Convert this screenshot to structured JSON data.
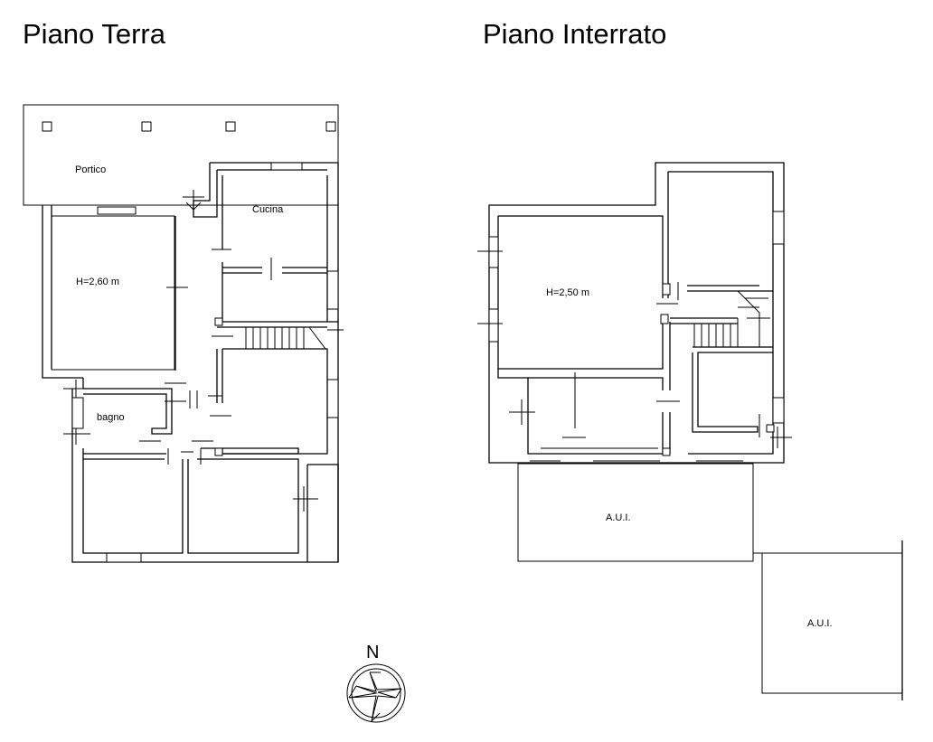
{
  "titles": {
    "ground_floor": "Piano Terra",
    "basement": "Piano Interrato"
  },
  "ground_floor": {
    "portico": "Portico",
    "kitchen": "Cucina",
    "height": "H=2,60 m",
    "bathroom": "bagno"
  },
  "basement": {
    "height": "H=2,50 m",
    "aui_1": "A.U.I.",
    "aui_2": "A.U.I."
  },
  "compass": {
    "north": "N"
  }
}
